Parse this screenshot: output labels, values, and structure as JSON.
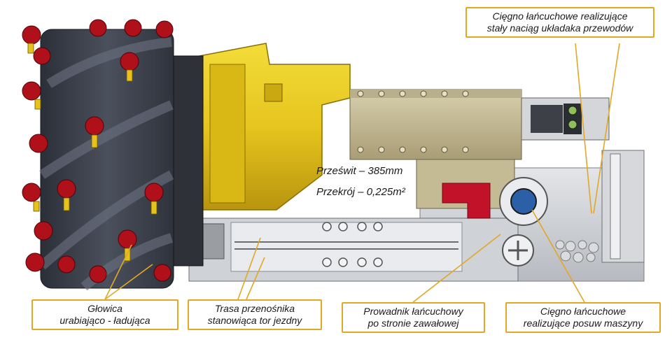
{
  "colors": {
    "callout_border": "#e0a826",
    "leader_line": "#e0a826",
    "body_yellow": "#e6c51e",
    "pick_red": "#b0101a",
    "drum_dark": "#3f4450",
    "frame_gray": "#c9ccd1"
  },
  "labels": {
    "top_right": {
      "line1": "Cięgno łańcuchowe realizujące",
      "line2": "stały naciąg układaka przewodów"
    },
    "clearance": "Prześwit – 385mm",
    "section": "Przekrój – 0,225m²",
    "head": {
      "line1": "Głowica",
      "line2": "urabiająco - ładująca"
    },
    "conveyor": {
      "line1": "Trasa przenośnika",
      "line2": "stanowiąca tor jezdny"
    },
    "guide": {
      "line1": "Prowadnik łańcuchowy",
      "line2": "po stronie zawałowej"
    },
    "drive": {
      "line1": "Cięgno łańcuchowe",
      "line2": "realizujące posuw maszyny"
    }
  }
}
